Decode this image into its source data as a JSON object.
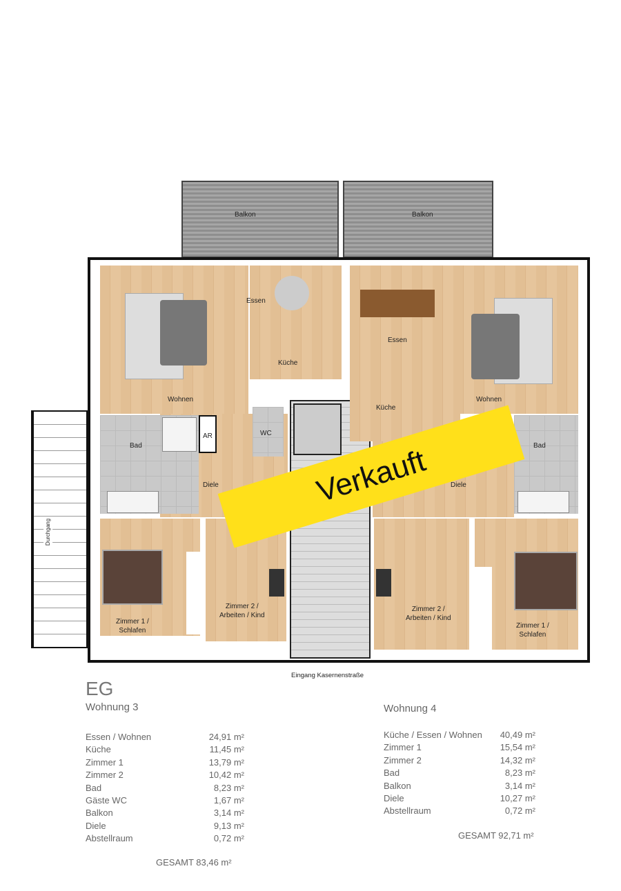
{
  "plan": {
    "balcony_left": "Balkon",
    "balcony_right": "Balkon",
    "w3": {
      "essen": "Essen",
      "kueche": "Küche",
      "wohnen": "Wohnen",
      "bad": "Bad",
      "ar": "AR",
      "wc": "WC",
      "diele": "Diele",
      "zimmer1": "Zimmer 1 /",
      "zimmer1b": "Schlafen",
      "zimmer2": "Zimmer 2 /",
      "zimmer2b": "Arbeiten / Kind"
    },
    "w4": {
      "essen": "Essen",
      "kueche": "Küche",
      "wohnen": "Wohnen",
      "bad": "Bad",
      "diele": "Diele",
      "zimmer1": "Zimmer 1 /",
      "zimmer1b": "Schlafen",
      "zimmer2": "Zimmer 2 /",
      "zimmer2b": "Arbeiten / Kind"
    },
    "durchgang": "Durchgang",
    "entrance": "Eingang Kasernenstraße",
    "sold_banner": "Verkauft",
    "sold_color": "#ffe01a"
  },
  "floor": "EG",
  "w3": {
    "title": "Wohnung 3",
    "rooms": [
      {
        "name": "Essen / Wohnen",
        "area": "24,91 m²"
      },
      {
        "name": "Küche",
        "area": "11,45 m²"
      },
      {
        "name": "Zimmer 1",
        "area": "13,79 m²"
      },
      {
        "name": "Zimmer 2",
        "area": "10,42 m²"
      },
      {
        "name": "Bad",
        "area": "8,23 m²"
      },
      {
        "name": "Gäste WC",
        "area": "1,67 m²"
      },
      {
        "name": "Balkon",
        "area": "3,14 m²"
      },
      {
        "name": "Diele",
        "area": "9,13 m²"
      },
      {
        "name": "Abstellraum",
        "area": "0,72 m²"
      }
    ],
    "total": "GESAMT 83,46 m²"
  },
  "w4": {
    "title": "Wohnung 4",
    "rooms": [
      {
        "name": "Küche / Essen / Wohnen",
        "area": "40,49 m²"
      },
      {
        "name": "Zimmer 1",
        "area": "15,54 m²"
      },
      {
        "name": "Zimmer 2",
        "area": "14,32 m²"
      },
      {
        "name": "Bad",
        "area": "8,23 m²"
      },
      {
        "name": "Balkon",
        "area": "3,14 m²"
      },
      {
        "name": "Diele",
        "area": "10,27 m²"
      },
      {
        "name": "Abstellraum",
        "area": "0,72 m²"
      }
    ],
    "total": "GESAMT 92,71 m²"
  }
}
